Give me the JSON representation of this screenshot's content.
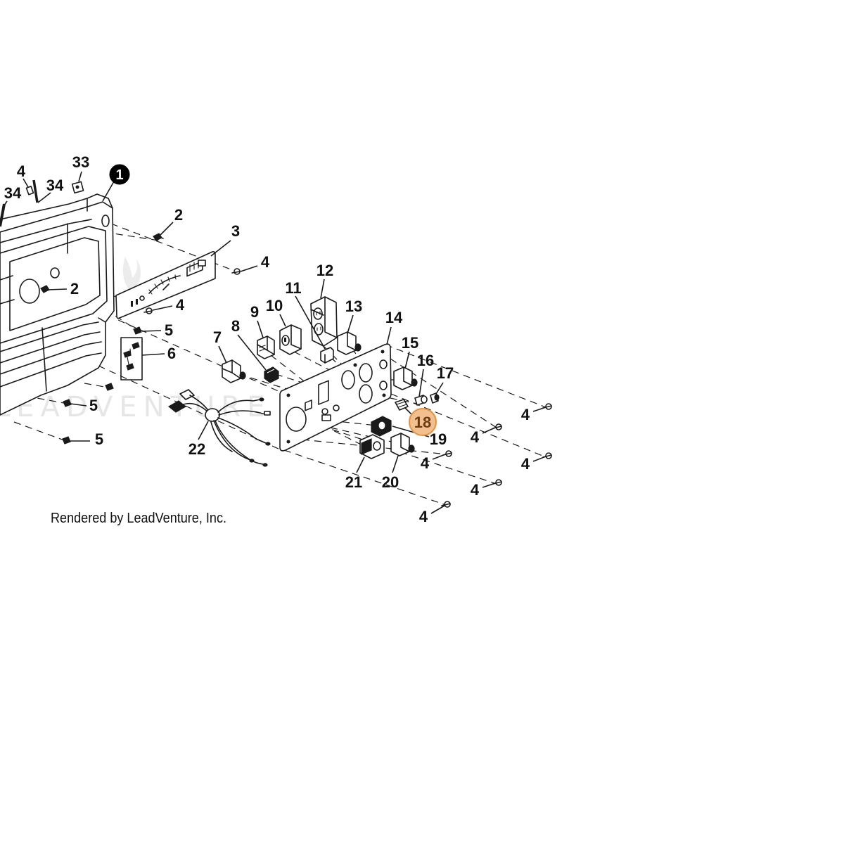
{
  "diagram": {
    "callouts": [
      "33",
      "1",
      "4",
      "34",
      "34",
      "2",
      "3",
      "4",
      "2",
      "4",
      "5",
      "6",
      "7",
      "8",
      "9",
      "10",
      "11",
      "12",
      "13",
      "14",
      "15",
      "16",
      "17",
      "18",
      "19",
      "5",
      "5",
      "22",
      "21",
      "20",
      "4",
      "4",
      "4",
      "4",
      "4",
      "4"
    ],
    "highlighted_callout": "18",
    "watermark": "LEADVENTURE",
    "credit": "Rendered by LeadVenture, Inc.",
    "colors": {
      "line": "#1a1a1a",
      "highlight_fill": "#f2c08f",
      "highlight_stroke": "#e6913e",
      "highlight_text": "#6b3a12",
      "callout_badge": "#000000",
      "watermark": "#e6e6e6",
      "background": "#ffffff"
    }
  }
}
